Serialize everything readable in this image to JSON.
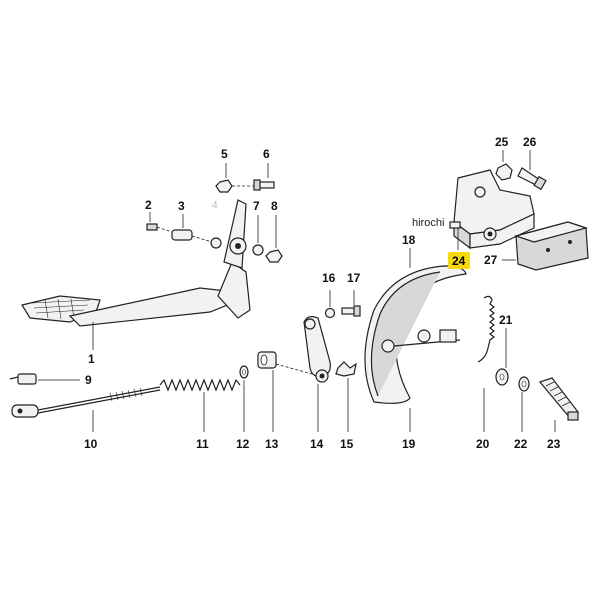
{
  "watermark": "hirochi",
  "highlight_color": "#f5d90a",
  "callouts": {
    "c1": "1",
    "c2": "2",
    "c3": "3",
    "c4": "4",
    "c5": "5",
    "c6": "6",
    "c7": "7",
    "c8": "8",
    "c9": "9",
    "c10": "10",
    "c11": "11",
    "c12": "12",
    "c13": "13",
    "c14": "14",
    "c15": "15",
    "c16": "16",
    "c17": "17",
    "c18": "18",
    "c19": "19",
    "c20": "20",
    "c21": "21",
    "c22": "22",
    "c23": "23",
    "c24": "24",
    "c25": "25",
    "c26": "26",
    "c27": "27"
  }
}
